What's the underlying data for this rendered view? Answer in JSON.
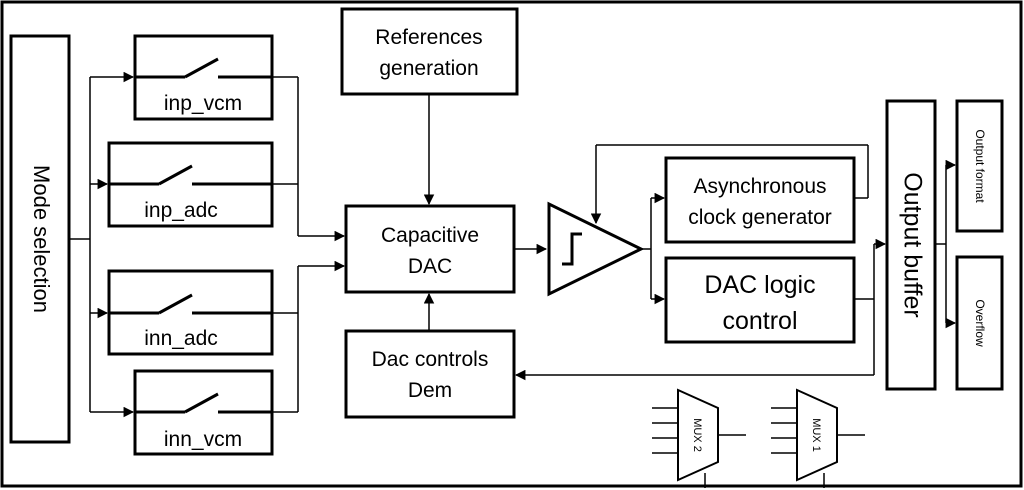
{
  "blocks": {
    "mode_selection": "Mode selection",
    "inp_vcm": "inp_vcm",
    "inp_adc": "inp_adc",
    "inn_adc": "inn_adc",
    "inn_vcm": "inn_vcm",
    "references_line1": "References",
    "references_line2": "generation",
    "cap_dac_line1": "Capacitive",
    "cap_dac_line2": "DAC",
    "dac_controls_line1": "Dac controls",
    "dac_controls_line2": "Dem",
    "async_clock_line1": "Asynchronous",
    "async_clock_line2": "clock generator",
    "dac_logic_line1": "DAC logic",
    "dac_logic_line2": "control",
    "output_buffer": "Output buffer",
    "output_format": "Output format",
    "overflow": "Overflow",
    "mux2": "MUX 2",
    "mux1": "MUX 1"
  },
  "colors": {
    "line": "#000000",
    "background": "#ffffff"
  }
}
